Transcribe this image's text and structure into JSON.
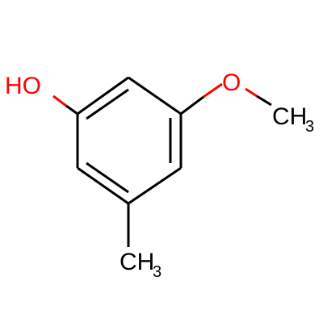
{
  "molecule": {
    "labels": {
      "hydroxyl": "HO",
      "oxygen": "O",
      "methoxy_methyl_main": "CH",
      "methoxy_methyl_sub": "3",
      "ring_methyl_main": "CH",
      "ring_methyl_sub": "3"
    },
    "colors": {
      "bond": "#000000",
      "oxygen": "#ff0000",
      "background": "#ffffff"
    }
  }
}
